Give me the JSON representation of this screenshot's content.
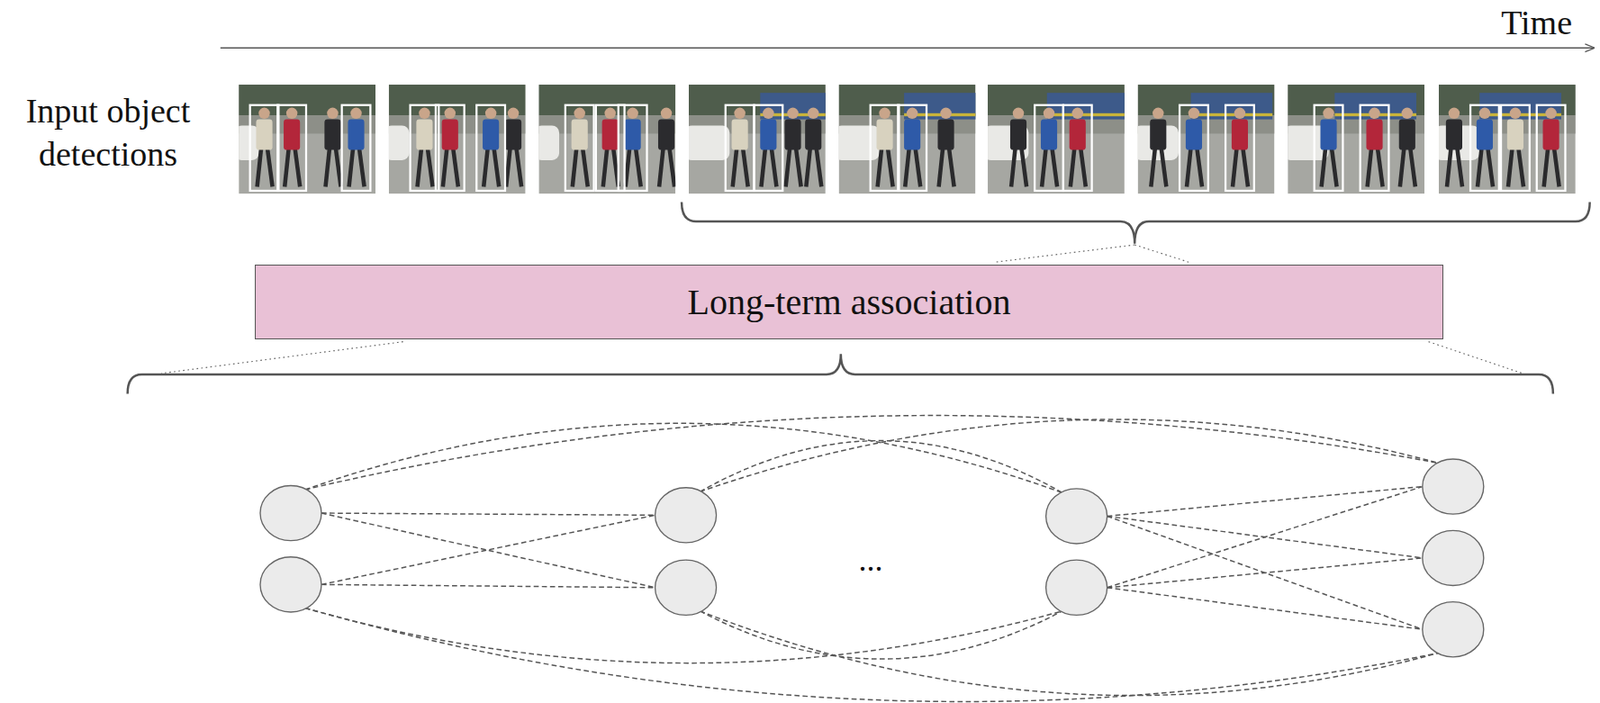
{
  "diagram": {
    "nodes": [
      {
        "text": [
          "Long-term association"
        ]
      }
    ],
    "labels": [
      "Time",
      "Input object detections",
      "..."
    ]
  }
}
